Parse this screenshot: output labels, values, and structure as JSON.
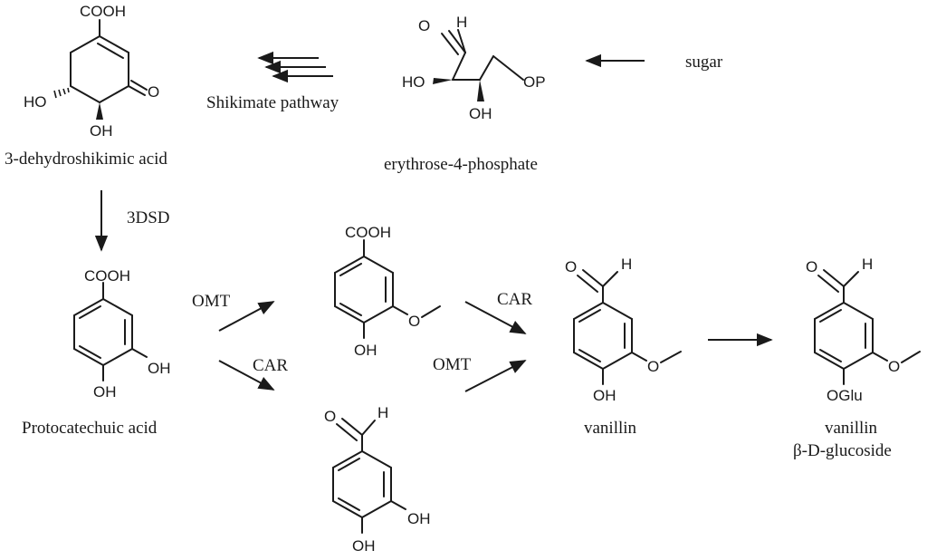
{
  "compounds": {
    "dhs": {
      "name": "3-dehydroshikimic acid",
      "cooh": "COOH",
      "ho": "HO",
      "oh": "OH",
      "o": "O"
    },
    "e4p": {
      "name": "erythrose-4-phosphate",
      "o": "O",
      "h": "H",
      "ho": "HO",
      "oh": "OH",
      "op": "OP"
    },
    "sugar": {
      "name": "sugar"
    },
    "pca": {
      "name": "Protocatechuic acid",
      "cooh": "COOH",
      "oh1": "OH",
      "oh2": "OH"
    },
    "vanillic": {
      "cooh": "COOH",
      "o": "O",
      "oh": "OH"
    },
    "pcald": {
      "o": "O",
      "h": "H",
      "oh1": "OH",
      "oh2": "OH"
    },
    "vanillin": {
      "name": "vanillin",
      "o": "O",
      "h": "H",
      "ome": "O",
      "oh": "OH"
    },
    "glucoside": {
      "name1": "vanillin",
      "name2": "β-D-glucoside",
      "o": "O",
      "h": "H",
      "ome": "O",
      "oglu": "OGlu"
    }
  },
  "labels": {
    "shikimate": "Shikimate pathway",
    "e3dsd": "3DSD",
    "omt_a": "OMT",
    "car_a": "CAR",
    "car_b": "CAR",
    "omt_b": "OMT"
  }
}
